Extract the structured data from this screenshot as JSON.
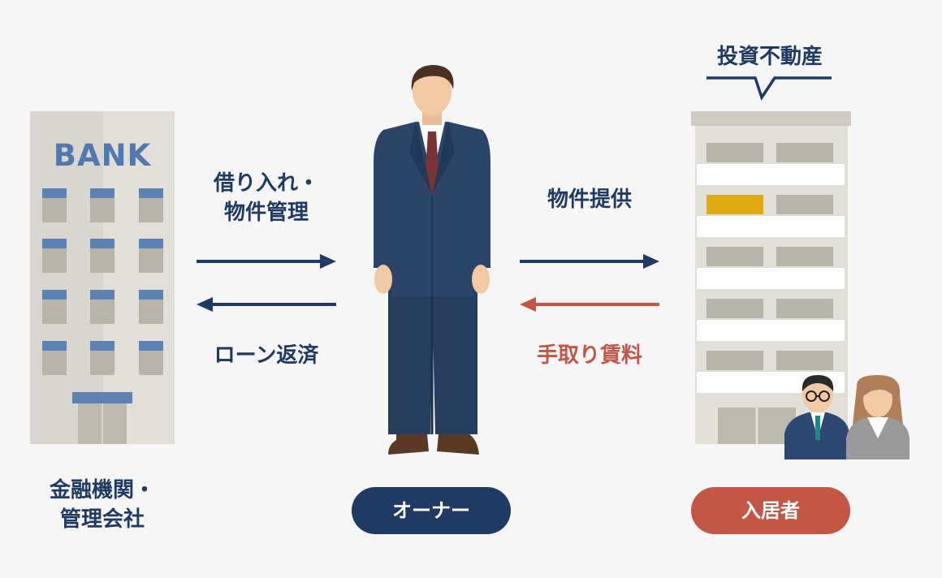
{
  "bank": {
    "sign": "BANK",
    "label_line1": "金融機関・",
    "label_line2": "管理会社"
  },
  "flows": {
    "borrow_line1": "借り入れ・",
    "borrow_line2": "物件管理",
    "repay": "ローン返済",
    "provide": "物件提供",
    "rent": "手取り賃料"
  },
  "owner": {
    "label": "オーナー"
  },
  "property": {
    "bubble": "投資不動産"
  },
  "tenant": {
    "label": "入居者"
  },
  "colors": {
    "navy": "#1f3b63",
    "red": "#c45645",
    "gold": "#e0aa12",
    "background": "#f6f6f7"
  }
}
